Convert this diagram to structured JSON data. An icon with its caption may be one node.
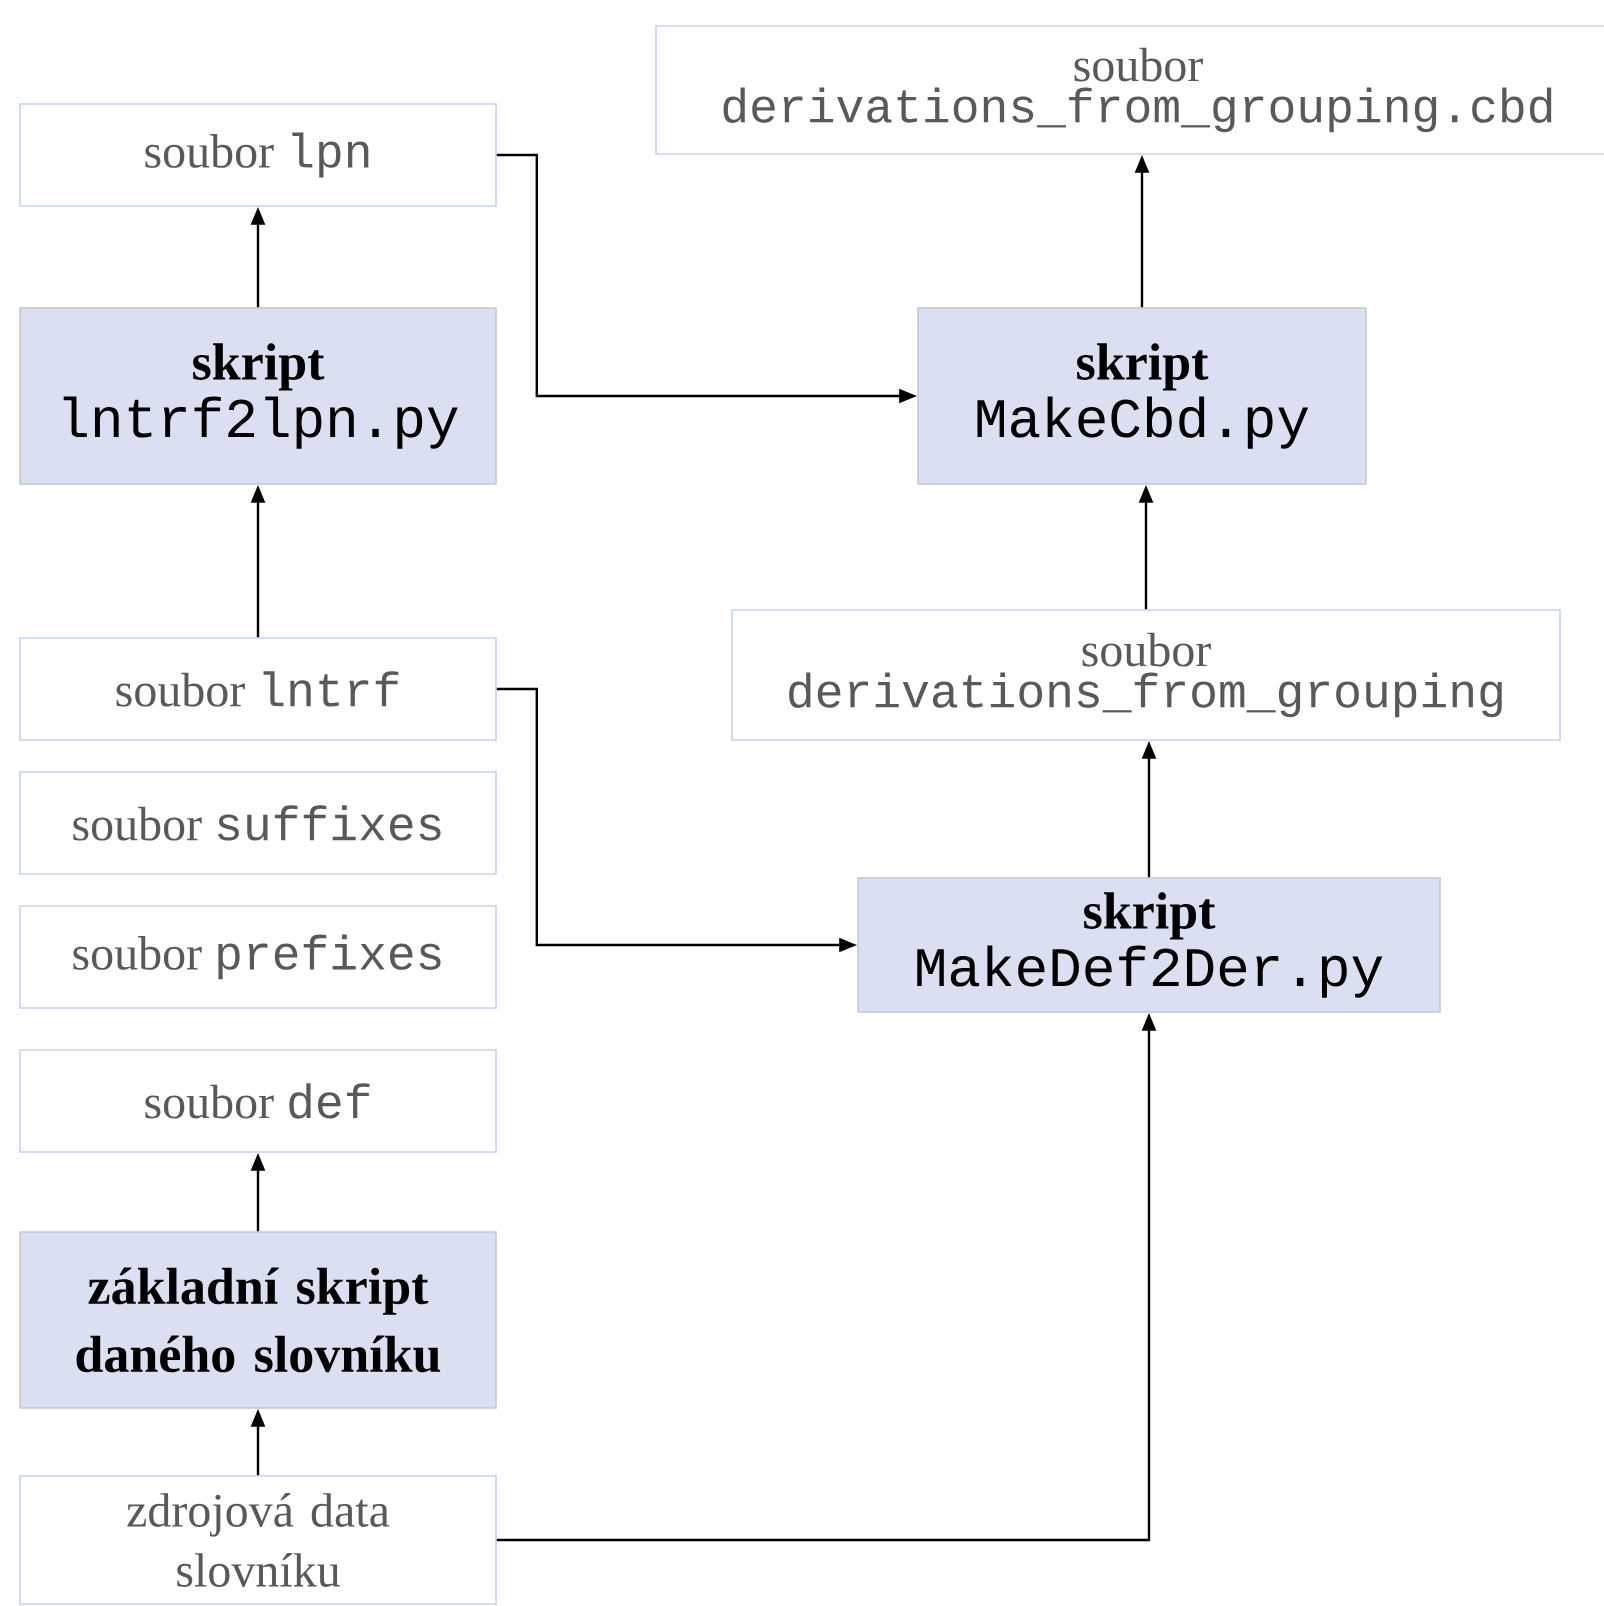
{
  "diagram": {
    "nodes": [
      {
        "text": [
          "soubor",
          "derivations_from_grouping.cbd"
        ]
      },
      {
        "text": [
          "soubor",
          "lpn"
        ]
      },
      {
        "text": [
          "skript",
          "lntrf2lpn.py"
        ]
      },
      {
        "text": [
          "skript",
          "MakeCbd.py"
        ]
      },
      {
        "text": [
          "soubor",
          "lntrf"
        ]
      },
      {
        "text": [
          "soubor",
          "derivations_from_grouping"
        ]
      },
      {
        "text": [
          "soubor",
          "suffixes"
        ]
      },
      {
        "text": [
          "skript",
          "MakeDef2Der.py"
        ]
      },
      {
        "text": [
          "soubor",
          "prefixes"
        ]
      },
      {
        "text": [
          "soubor",
          "def"
        ]
      },
      {
        "text": [
          "základní skript daného slovníku"
        ]
      },
      {
        "text": [
          "zdrojová data slovníku"
        ]
      }
    ],
    "edges": [
      {
        "from": 2,
        "to": 1,
        "arrow": "to"
      },
      {
        "from": 1,
        "to": 3,
        "arrow": "to"
      },
      {
        "from": 3,
        "to": 0,
        "arrow": "to"
      },
      {
        "from": 4,
        "to": 2,
        "arrow": "to"
      },
      {
        "from": 4,
        "to": 7,
        "arrow": "to"
      },
      {
        "from": 7,
        "to": 5,
        "arrow": "to"
      },
      {
        "from": 5,
        "to": 3,
        "arrow": "to"
      },
      {
        "from": 10,
        "to": 9,
        "arrow": "to"
      },
      {
        "from": 11,
        "to": 10,
        "arrow": "to"
      },
      {
        "from": 11,
        "to": 7,
        "arrow": "to"
      }
    ]
  }
}
